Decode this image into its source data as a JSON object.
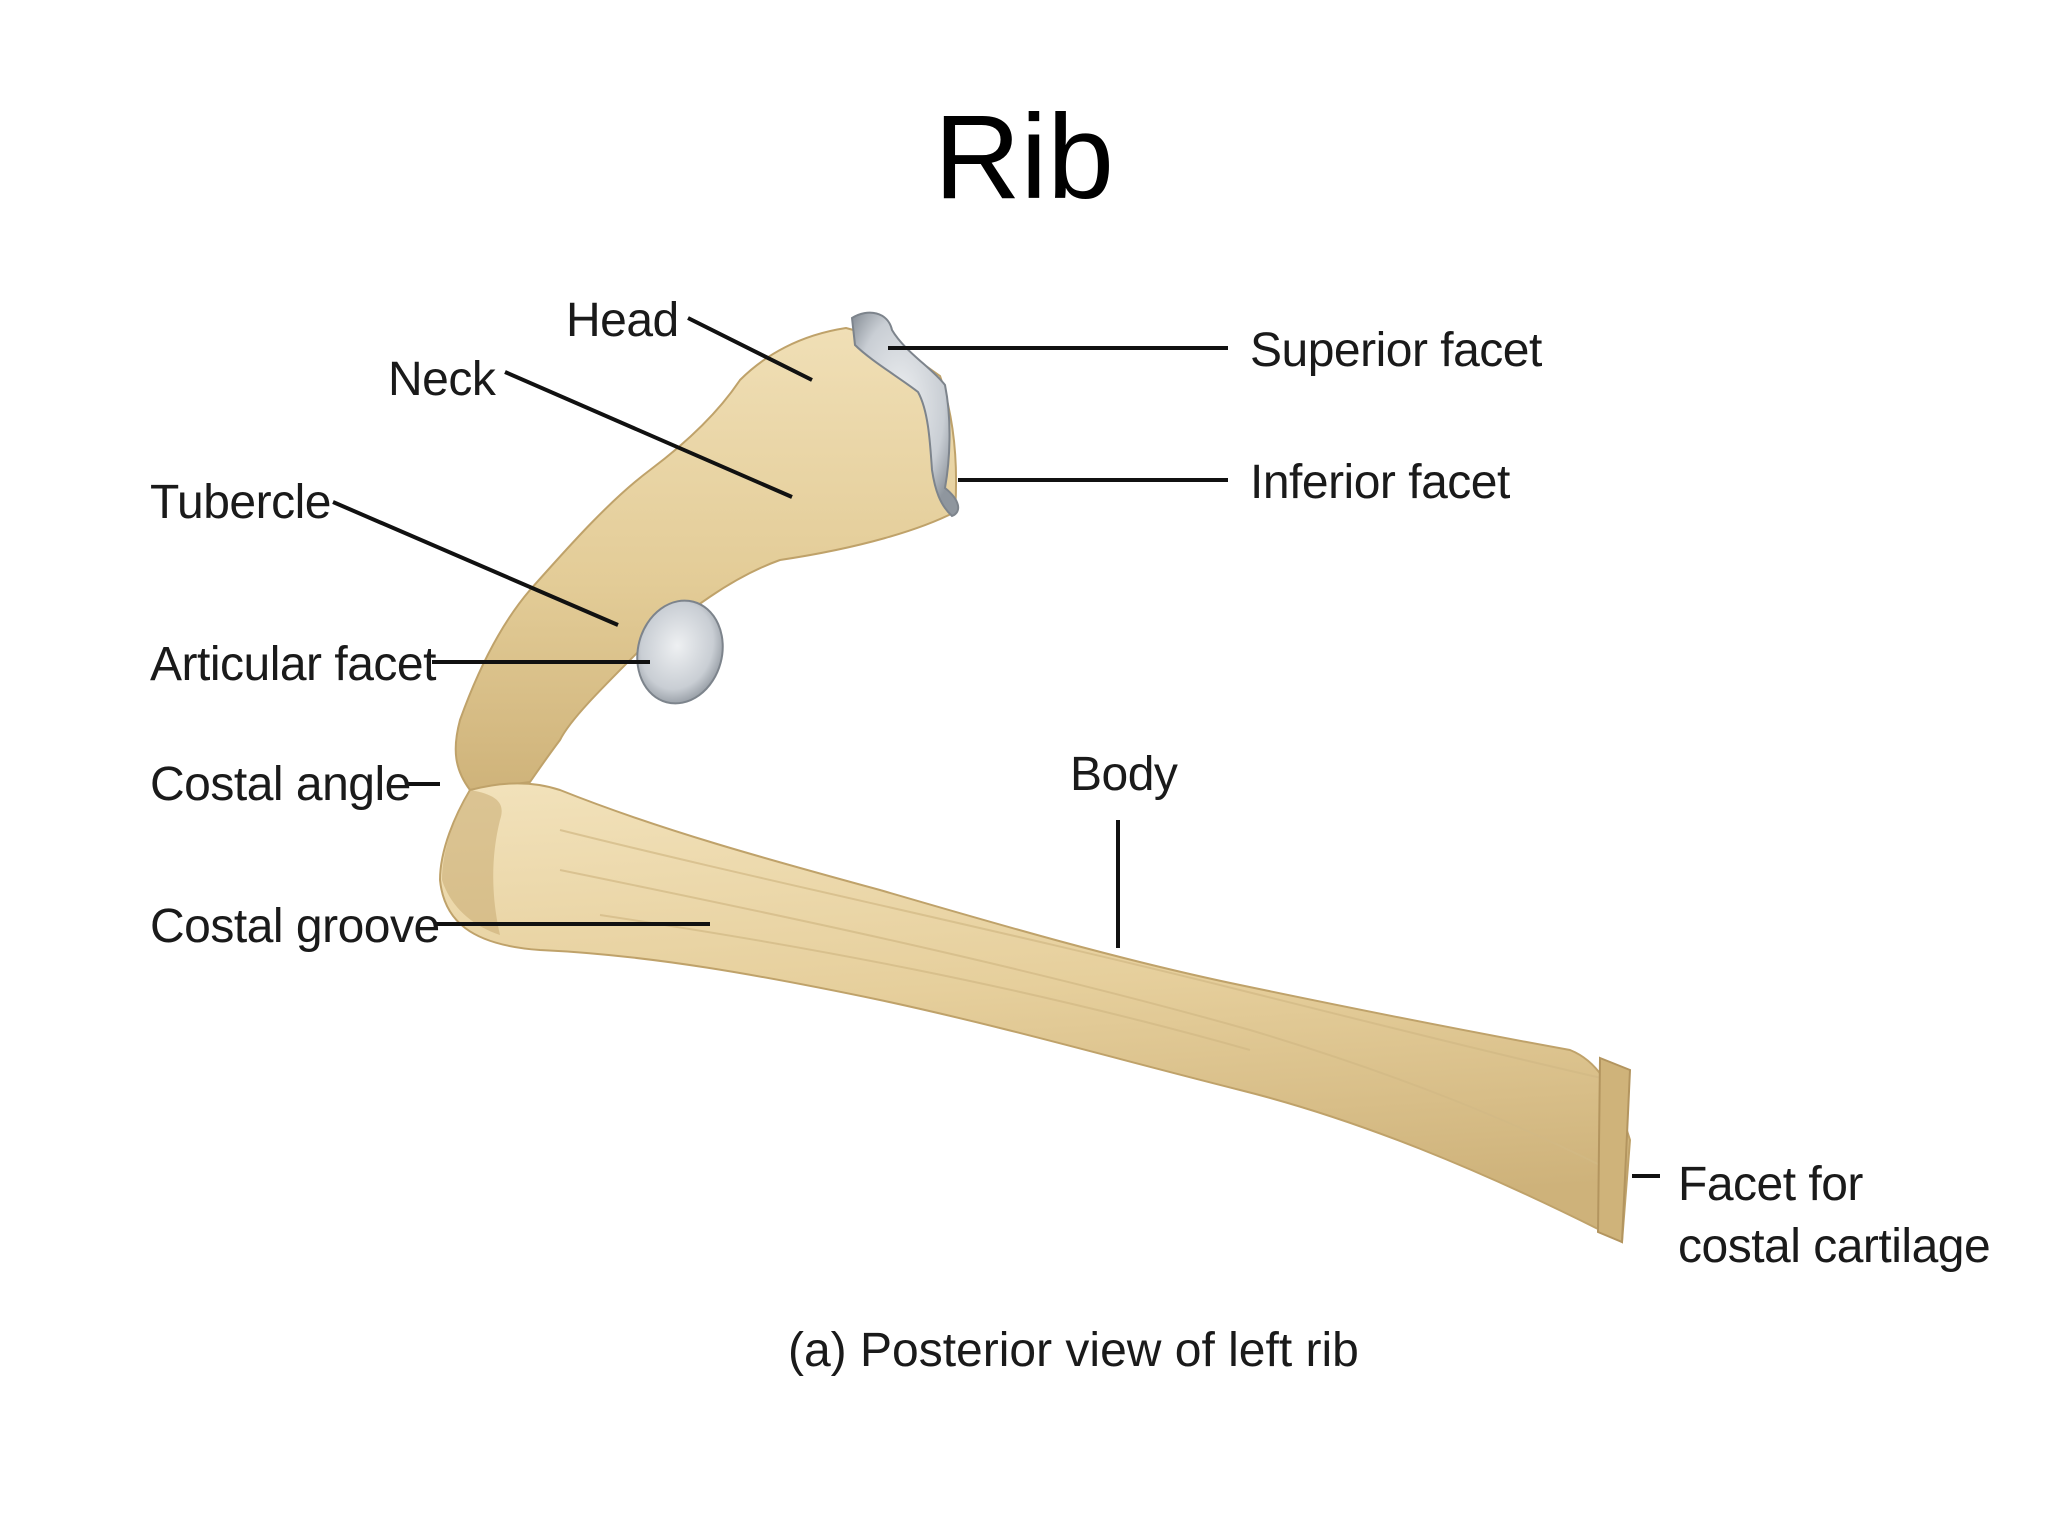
{
  "slide": {
    "title": "Rib"
  },
  "figure": {
    "caption": "(a) Posterior view of left rib",
    "colors": {
      "bone": "#e3cc97",
      "bone_light": "#f0dfb6",
      "bone_shadow": "#c8ac72",
      "cartilage": "#c9ced4",
      "cartilage_light": "#eef0f2"
    },
    "labels": {
      "head": "Head",
      "neck": "Neck",
      "tubercle": "Tubercle",
      "articular_facet": "Articular facet",
      "costal_angle": "Costal angle",
      "costal_groove": "Costal groove",
      "superior_facet": "Superior facet",
      "inferior_facet": "Inferior facet",
      "body": "Body",
      "facet_costal_line1": "Facet for",
      "facet_costal_line2": "costal cartilage"
    }
  }
}
